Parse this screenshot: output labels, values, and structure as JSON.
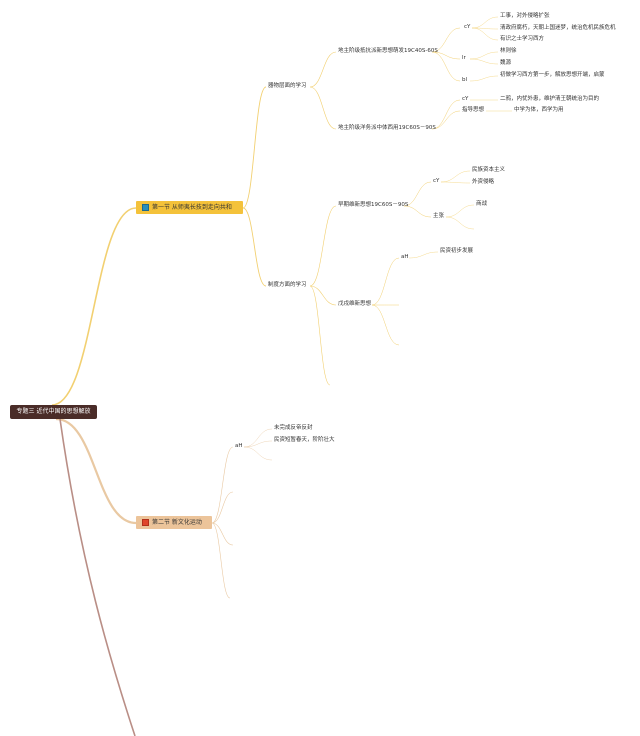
{
  "root": "专题三 近代中国的思想解放",
  "section1": {
    "title": "第一节 从师夷长技到走向共和",
    "level1": [
      "器物层面的学习",
      "制度方面的学习"
    ],
    "qi": {
      "a": "地主阶级抵抗派新思想萌发19C40S-60S",
      "b": "地主阶级洋务派中体西用19C60S－90S"
    },
    "qi_a": {
      "cy": "cY",
      "cy_items": [
        "工事，对外侵略扩张",
        "清政府腐朽，天朝上国迷梦，统治危机民族危机"
      ],
      "lr": "lr",
      "lr_note": "有识之士学习西方",
      "lr_items": [
        "林则徐",
        "魏源"
      ],
      "bl": "bl",
      "bl_item": "初做学习西方第一步，解放思想开端，启蒙"
    },
    "qi_b": {
      "cy": "cY",
      "cy_item": "二鸦，内忧外患，维护清王朝统治为目的",
      "zd": "指导思想",
      "zd_item": "中学为体，西学为用"
    },
    "zhi": {
      "a": "早期维新思想19C60S－90S",
      "b": "戊戌维新思想"
    },
    "zhi_a": {
      "cy": "cY",
      "cy_items": [
        "民族资本主义",
        "外资侵略"
      ],
      "zz": "主张",
      "zz_item": "商战"
    },
    "zhi_b": {
      "aH": "aH",
      "aH_item": "民资初步发展"
    }
  },
  "section2": {
    "title": "第二节 新文化运动",
    "aH": "aH",
    "aH_items": [
      "未完成反帝反封",
      "民资短暂春天，阶阶壮大"
    ]
  },
  "colors": {
    "root_bg": "#4a2c28",
    "section1_bg": "#f4c23a",
    "section2_bg": "#ecc49a",
    "link_yellow": "#f2d071",
    "link_tan": "#e9c9a3",
    "link_mauve": "#b98e86"
  }
}
